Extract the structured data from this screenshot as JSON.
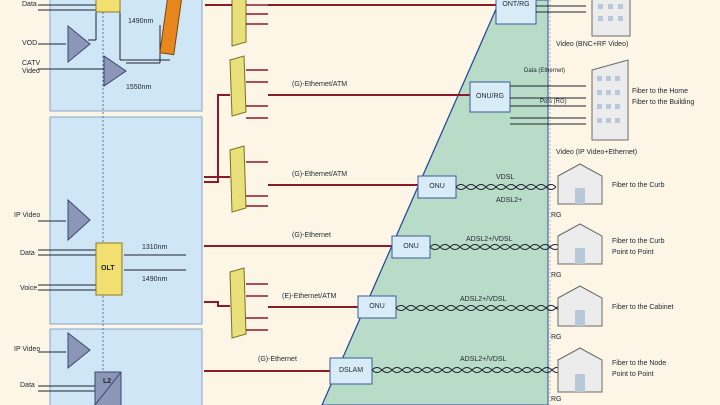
{
  "colors": {
    "background": "#fdf6e6",
    "panel_fill": "#cfe6f6",
    "access_fill": "#b8dcc8",
    "fiber": "#8b1a2b",
    "copper": "#2b3a55",
    "splitter": "#e8e07a",
    "olt": "#f1e070",
    "mux": "#e8871e",
    "amplifier": "#8c97b8",
    "node_fill": "#d8ecf8",
    "dashed_center": "#5b6fb8"
  },
  "icons": [
    "amplifier-triangle-icon",
    "splitter-icon",
    "house-icon",
    "building-icon",
    "twisted-pair-icon"
  ],
  "labels": {
    "left_data_top": "Data",
    "vod": "VOD",
    "catv": "CATV",
    "video": "Video",
    "w1490_top": "1490nm",
    "w1550": "1550nm",
    "ip_video_1": "IP Video",
    "data_mid": "Data",
    "voice": "Voice",
    "olt": "OLT",
    "w1310": "1310nm",
    "w1490_mid": "1490nm",
    "ip_video_2": "IP Video",
    "data_bottom": "Data",
    "l2": "L2"
  },
  "links": {
    "link1": "(G)-Ethernet/ATM",
    "link2": "(G)-Ethernet/ATM",
    "link3": "(G)-Ethernet",
    "link4": "(E)-Ethernet/ATM",
    "link5": "(G)-Ethernet"
  },
  "nodes": {
    "ont_rg": "ONT/RG",
    "onu_rg": "ONU/RG",
    "onu_1": "ONU",
    "onu_2": "ONU",
    "onu_3": "ONU",
    "dslam": "DSLAM"
  },
  "right": {
    "video_caption": "Video (BNC+RF Video)",
    "data_ethernet": "Data (Ethernet)",
    "pots": "Pots (RG)",
    "fiber_home": "Fiber to the Home",
    "fiber_building": "Fiber to the Building",
    "video_ip": "Video (IP Video+Ethernet)",
    "vdsl": "VDSL",
    "adsl2plus": "ADSL2+",
    "adsl2_vdsl_a": "ADSL2+/VDSL",
    "adsl2_vdsl_b": "ADSL2+/VDSL",
    "adsl2_vdsl_c": "ADSL2+/VDSL",
    "rg1": "RG",
    "rg2": "RG",
    "rg3": "RG",
    "rg4": "RG",
    "fiber_curb": "Fiber to the Curb",
    "fiber_curb_p2p_1": "Fiber to the Curb",
    "fiber_curb_p2p_2": "Point to Point",
    "fiber_cabinet": "Fiber to the Cabinet",
    "fiber_node_1": "Fiber to the Node",
    "fiber_node_2": "Point to Point"
  }
}
